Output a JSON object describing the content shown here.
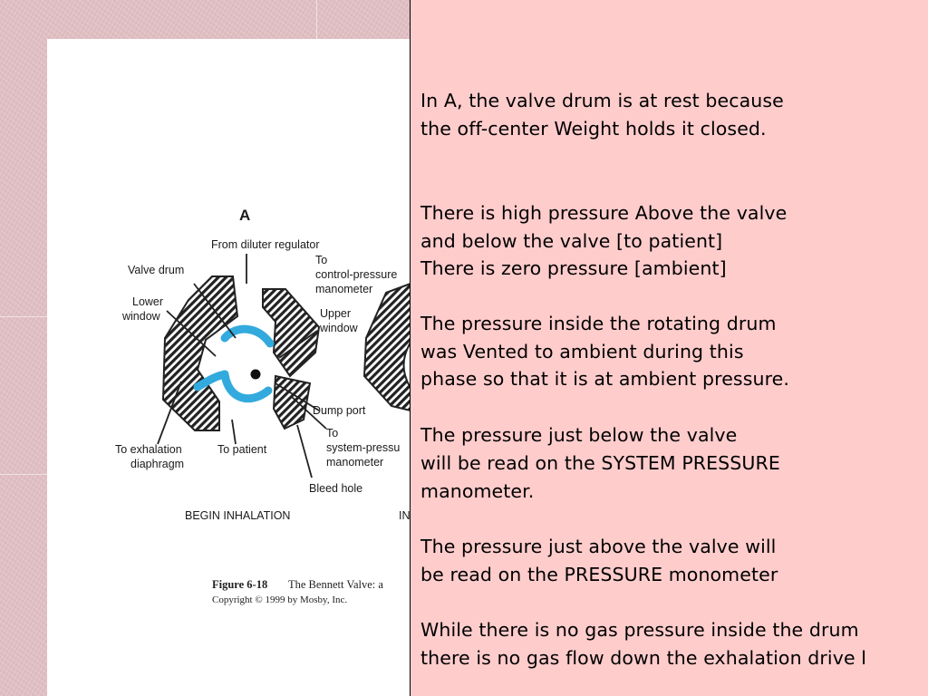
{
  "figure": {
    "panel_letter": "A",
    "labels": {
      "from_diluter": "From diluter regulator",
      "valve_drum": "Valve drum",
      "to": "To",
      "control_pressure": "control-pressure",
      "manometer": "manometer",
      "lower": "Lower",
      "window_lower": "window",
      "upper": "Upper",
      "window_upper": "window",
      "dump_port": "Dump port",
      "to2": "To",
      "system_pressure": "system-pressu",
      "manometer2": "manometer",
      "to_exhalation": "To exhalation",
      "diaphragm": "diaphragm",
      "to_patient": "To patient",
      "bleed_hole": "Bleed hole",
      "begin_inhalation": "BEGIN INHALATION",
      "next_caption": "IN",
      "figure_number": "Figure 6-18",
      "figure_title": "The Bennett Valve: a",
      "copyright": "Copyright © 1999 by Mosby, Inc."
    },
    "colors": {
      "tube": "#33aadd",
      "hatch": "#222222"
    }
  },
  "notes": {
    "lines": [
      "In A, the valve drum is at rest because",
      "the off-center Weight holds it closed.",
      "There is high pressure Above the valve",
      "and below the valve [to patient]",
      "There is zero pressure [ambient]",
      "The pressure inside the rotating drum",
      "was Vented to ambient during this",
      "phase so that it is at ambient pressure.",
      "The pressure just below the valve",
      "will be read on the SYSTEM PRESSURE",
      "manometer.",
      "The pressure just above the valve will",
      "be read on the PRESSURE monometer",
      "While there is no gas pressure inside the drum",
      "there is no gas flow down the exhalation drive l"
    ],
    "background_color": "#ffcccc"
  }
}
